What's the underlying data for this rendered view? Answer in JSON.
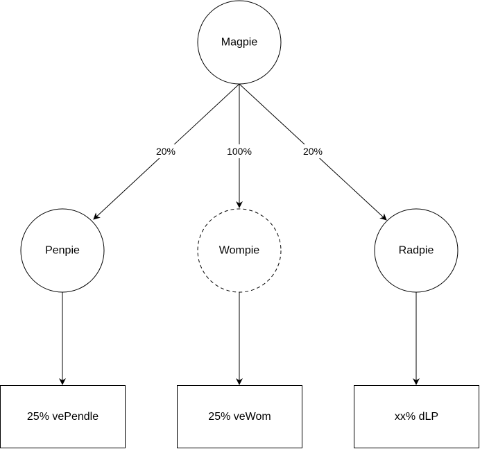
{
  "colors": {
    "stroke": "#000000",
    "fill": "#ffffff",
    "text": "#000000"
  },
  "nodes": {
    "magpie": {
      "label": "Magpie",
      "border": "solid"
    },
    "penpie": {
      "label": "Penpie",
      "border": "solid"
    },
    "wompie": {
      "label": "Wompie",
      "border": "dashed"
    },
    "radpie": {
      "label": "Radpie",
      "border": "solid"
    }
  },
  "boxes": {
    "vependle": {
      "label": "25% vePendle"
    },
    "vewom": {
      "label": "25% veWom"
    },
    "dlp": {
      "label": "xx% dLP"
    }
  },
  "edges": {
    "magpie_penpie": {
      "label": "20%"
    },
    "magpie_wompie": {
      "label": "100%"
    },
    "magpie_radpie": {
      "label": "20%"
    }
  }
}
